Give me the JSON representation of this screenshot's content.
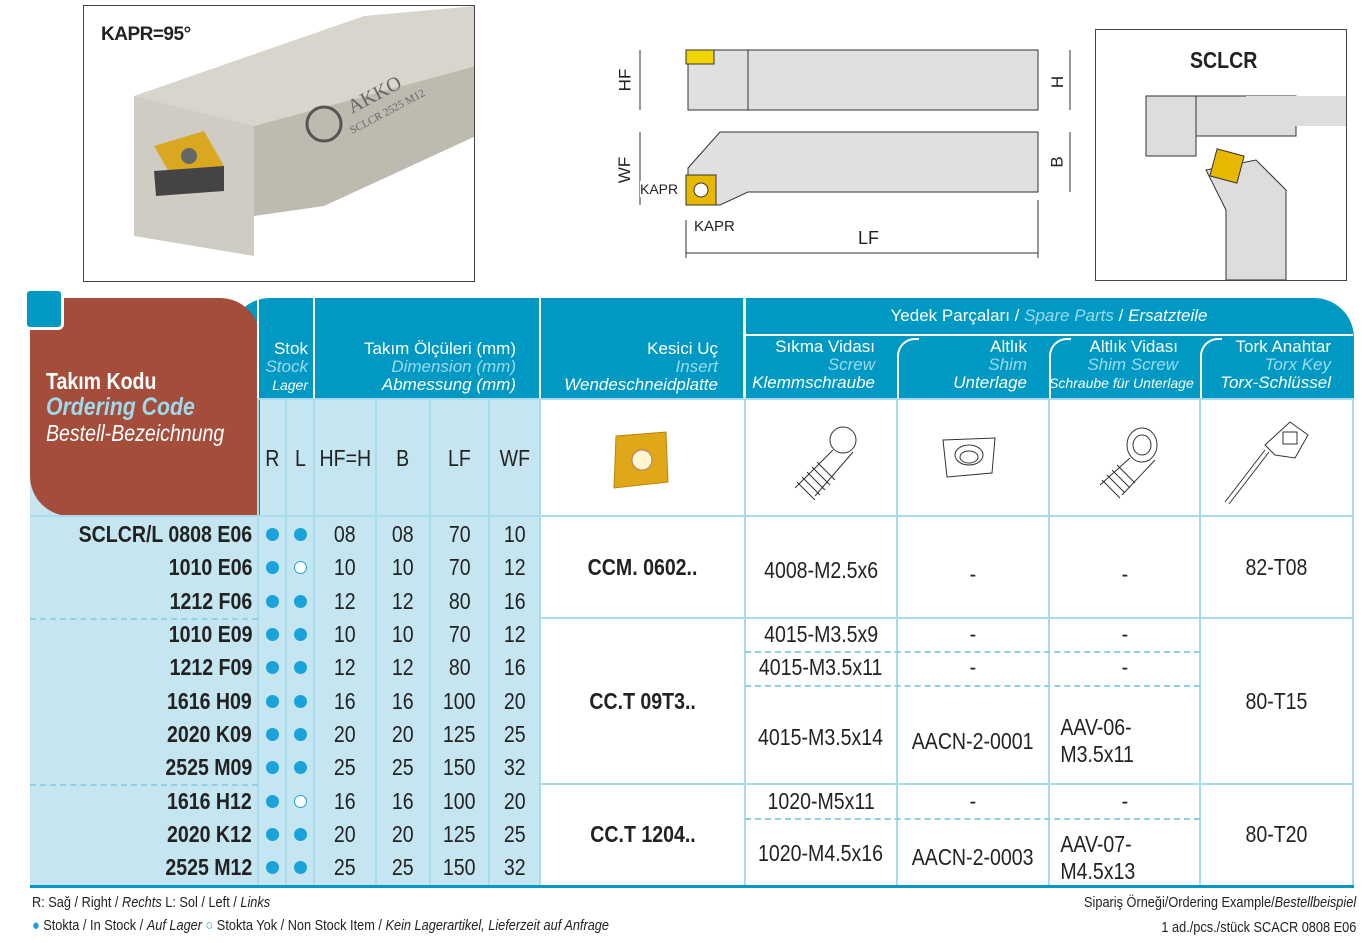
{
  "photo": {
    "kapr_label": "KAPR=95°",
    "brand": "AKKO",
    "model": "SCLCR 2525 M12"
  },
  "drawing": {
    "hf": "HF",
    "h": "H",
    "wf": "WF",
    "b": "B",
    "lf": "LF",
    "kapr1": "KAPR",
    "kapr2": "KAPR"
  },
  "type_box": {
    "title": "SCLCR"
  },
  "header": {
    "code": {
      "tr": "Takım Kodu",
      "en": "Ordering Code",
      "de": "Bestell-Bezeichnung"
    },
    "stock": {
      "tr": "Stok",
      "en": "Stock",
      "de": "Lager"
    },
    "dims": {
      "tr": "Takım Ölçüleri (mm)",
      "en": "Dimension (mm)",
      "de": "Abmessung (mm)"
    },
    "insert": {
      "tr": "Kesici Uç",
      "en": "Insert",
      "de": "Wendeschneidplatte"
    },
    "spare": {
      "tr": "Yedek Parçaları",
      "sep": "/",
      "en": "Spare Parts",
      "de": "Ersatzteile"
    },
    "screw": {
      "tr": "Sıkma Vidası",
      "en": "Screw",
      "de": "Klemmschraube"
    },
    "shim": {
      "tr": "Altlık",
      "en": "Shim",
      "de": "Unterlage"
    },
    "shim_screw": {
      "tr": "Altlık Vidası",
      "en": "Shim Screw",
      "de": "Schraube für Unterlage"
    },
    "key": {
      "tr": "Tork Anahtar",
      "en": "Torx Key",
      "de": "Torx-Schlüssel"
    },
    "cols": [
      "R",
      "L",
      "HF=H",
      "B",
      "LF",
      "WF"
    ]
  },
  "rows": [
    {
      "code": "SCLCR/L 0808 E06",
      "r": true,
      "l": true,
      "hf": "08",
      "b": "08",
      "lf": "70",
      "wf": "10"
    },
    {
      "code": "1010 E06",
      "r": true,
      "l": false,
      "hf": "10",
      "b": "10",
      "lf": "70",
      "wf": "12"
    },
    {
      "code": "1212 F06",
      "r": true,
      "l": true,
      "hf": "12",
      "b": "12",
      "lf": "80",
      "wf": "16"
    },
    {
      "code": "1010 E09",
      "r": true,
      "l": true,
      "hf": "10",
      "b": "10",
      "lf": "70",
      "wf": "12"
    },
    {
      "code": "1212 F09",
      "r": true,
      "l": true,
      "hf": "12",
      "b": "12",
      "lf": "80",
      "wf": "16"
    },
    {
      "code": "1616 H09",
      "r": true,
      "l": true,
      "hf": "16",
      "b": "16",
      "lf": "100",
      "wf": "20"
    },
    {
      "code": "2020 K09",
      "r": true,
      "l": true,
      "hf": "20",
      "b": "20",
      "lf": "125",
      "wf": "25"
    },
    {
      "code": "2525 M09",
      "r": true,
      "l": true,
      "hf": "25",
      "b": "25",
      "lf": "150",
      "wf": "32"
    },
    {
      "code": "1616 H12",
      "r": true,
      "l": false,
      "hf": "16",
      "b": "16",
      "lf": "100",
      "wf": "20"
    },
    {
      "code": "2020 K12",
      "r": true,
      "l": true,
      "hf": "20",
      "b": "20",
      "lf": "125",
      "wf": "25"
    },
    {
      "code": "2525 M12",
      "r": true,
      "l": true,
      "hf": "25",
      "b": "25",
      "lf": "150",
      "wf": "32"
    }
  ],
  "groups": [
    {
      "insert": "CCM.  0602..",
      "key": "82-T08",
      "parts": [
        {
          "screw": "4008-M2.5x6",
          "shim": "-",
          "shim_screw": "-"
        }
      ]
    },
    {
      "insert": "CC.T 09T3..",
      "key": "80-T15",
      "parts": [
        {
          "screw": "4015-M3.5x9",
          "shim": "-",
          "shim_screw": "-"
        },
        {
          "screw": "4015-M3.5x11",
          "shim": "-",
          "shim_screw": "-"
        },
        {
          "screw": "4015-M3.5x14",
          "shim": "AACN-2-0001",
          "shim_screw": "AAV-06-M3.5x11"
        }
      ]
    },
    {
      "insert": "CC.T 1204..",
      "key": "80-T20",
      "parts": [
        {
          "screw": "1020-M5x11",
          "shim": "-",
          "shim_screw": "-"
        },
        {
          "screw": "1020-M4.5x16",
          "shim": "AACN-2-0003",
          "shim_screw": "AAV-07-M4.5x13"
        }
      ]
    }
  ],
  "footer": {
    "legend1": {
      "r": "R: Sağ / Right / ",
      "r_de": "Rechts",
      "l": "  L: Sol / Left / ",
      "l_de": "Links"
    },
    "legend2": {
      "in": "Stokta / In Stock /",
      "in_de": "Auf Lager",
      "out": "Stokta Yok / Non Stock Item / ",
      "out_de": "Kein Lagerartikel, Lieferzeit auf Anfrage"
    },
    "example_title": "Sipariş Örneği/Ordering Example/",
    "example_title_de": "Bestellbeispiel",
    "example": "1 ad./pcs./stück SCACR 0808 E06"
  },
  "colors": {
    "blue": "#0099c4",
    "brown": "#a34d3a",
    "light": "#c5e6f0"
  }
}
